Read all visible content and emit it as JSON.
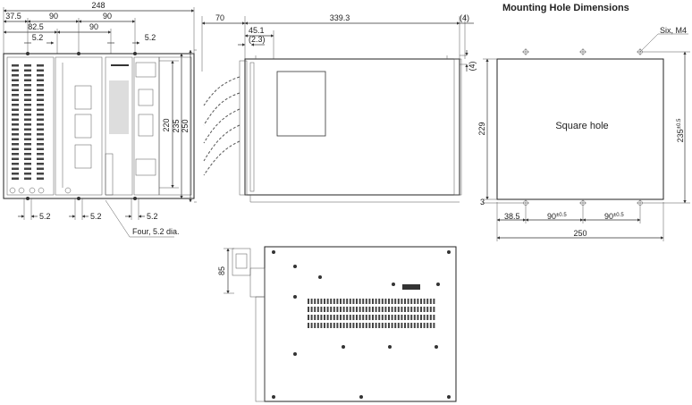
{
  "front_view": {
    "overall_width": "248",
    "dim_37_5": "37.5",
    "dim_90_a": "90",
    "dim_90_b": "90",
    "dim_82_5": "82.5",
    "dim_90_c": "90",
    "dim_5_2_top_a": "5.2",
    "dim_5_2_top_b": "5.2",
    "dim_220": "220",
    "dim_235": "235",
    "dim_250": "250",
    "dim_5_2_bot_a": "5.2",
    "dim_5_2_bot_b": "5.2",
    "dim_5_2_bot_c": "5.2",
    "holes_note": "Four, 5.2 dia."
  },
  "side_view": {
    "dim_70": "70",
    "dim_339_3": "339.3",
    "dim_4_top": "(4)",
    "dim_45_1": "45.1",
    "dim_2_3": "(2.3)",
    "dim_4_right": "(4)"
  },
  "bottom_view": {
    "dim_85": "85"
  },
  "mounting": {
    "title": "Mounting Hole Dimensions",
    "six_m4": "Six, M4",
    "square_hole": "Square hole",
    "dim_229": "229",
    "dim_235": "235",
    "dim_235_tol": "±0.5",
    "dim_3": "3",
    "dim_38_5": "38.5",
    "dim_90_a": "90",
    "dim_90_a_tol": "±0.5",
    "dim_90_b": "90",
    "dim_90_b_tol": "±0.5",
    "dim_250": "250"
  }
}
